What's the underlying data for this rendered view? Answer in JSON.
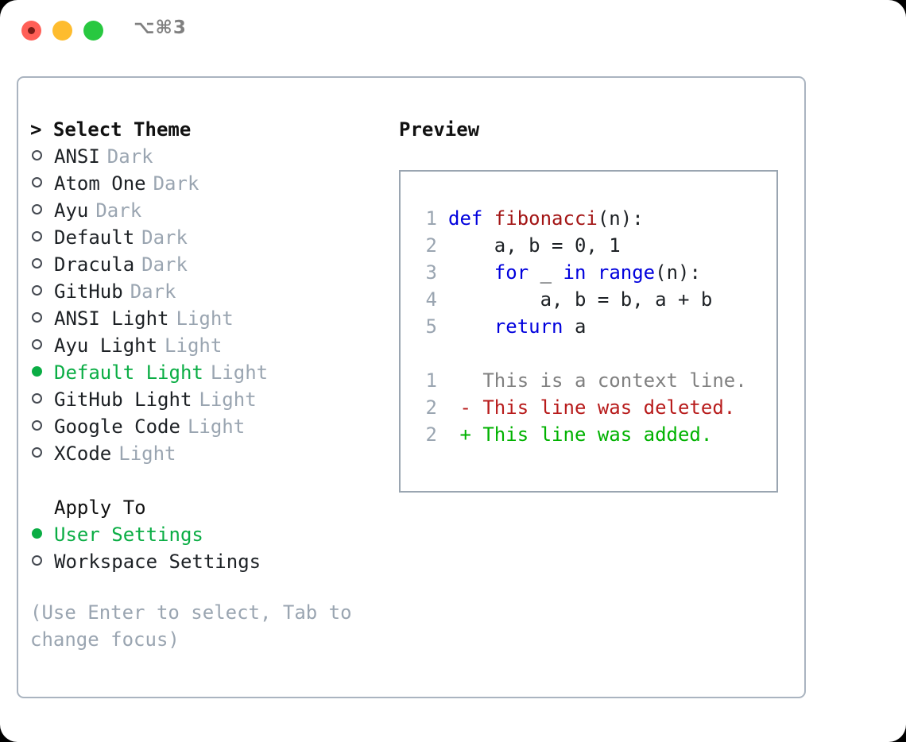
{
  "titlebar": {
    "buttons": [
      {
        "name": "close",
        "color": "#ff5f57"
      },
      {
        "name": "minimize",
        "color": "#febc2e"
      },
      {
        "name": "maximize",
        "color": "#28c840"
      }
    ],
    "shortcut": "⌥⌘3"
  },
  "theme_panel": {
    "header": "> Select Theme",
    "selected_color": "#0aad44",
    "items": [
      {
        "label": "ANSI",
        "tag": "Dark",
        "selected": false
      },
      {
        "label": "Atom One",
        "tag": "Dark",
        "selected": false
      },
      {
        "label": "Ayu",
        "tag": "Dark",
        "selected": false
      },
      {
        "label": "Default",
        "tag": "Dark",
        "selected": false
      },
      {
        "label": "Dracula",
        "tag": "Dark",
        "selected": false
      },
      {
        "label": "GitHub",
        "tag": "Dark",
        "selected": false
      },
      {
        "label": "ANSI Light",
        "tag": "Light",
        "selected": false
      },
      {
        "label": "Ayu Light",
        "tag": "Light",
        "selected": false
      },
      {
        "label": "Default Light",
        "tag": "Light",
        "selected": true
      },
      {
        "label": "GitHub Light",
        "tag": "Light",
        "selected": false
      },
      {
        "label": "Google Code",
        "tag": "Light",
        "selected": false
      },
      {
        "label": "XCode",
        "tag": "Light",
        "selected": false
      }
    ]
  },
  "apply_to": {
    "header": "Apply To",
    "items": [
      {
        "label": "User Settings",
        "selected": true
      },
      {
        "label": "Workspace Settings",
        "selected": false
      }
    ]
  },
  "hint": "(Use Enter to select, Tab to change focus)",
  "preview": {
    "title": "Preview",
    "code": [
      {
        "no": "1",
        "segments": [
          {
            "t": "def ",
            "c": "kw"
          },
          {
            "t": "fibonacci",
            "c": "fn"
          },
          {
            "t": "(n):",
            "c": ""
          }
        ]
      },
      {
        "no": "2",
        "segments": [
          {
            "t": "    a, b = 0, 1",
            "c": ""
          }
        ]
      },
      {
        "no": "3",
        "segments": [
          {
            "t": "    ",
            "c": ""
          },
          {
            "t": "for",
            "c": "kw"
          },
          {
            "t": " _ ",
            "c": ""
          },
          {
            "t": "in",
            "c": "kw"
          },
          {
            "t": " ",
            "c": ""
          },
          {
            "t": "range",
            "c": "kw"
          },
          {
            "t": "(n):",
            "c": ""
          }
        ]
      },
      {
        "no": "4",
        "segments": [
          {
            "t": "        a, b = b, a + b",
            "c": ""
          }
        ]
      },
      {
        "no": "5",
        "segments": [
          {
            "t": "    ",
            "c": ""
          },
          {
            "t": "return",
            "c": "kw"
          },
          {
            "t": " a",
            "c": ""
          }
        ]
      }
    ],
    "diff": [
      {
        "no": "1",
        "marker": " ",
        "text": "This is a context line.",
        "kind": "ctx"
      },
      {
        "no": "2",
        "marker": "-",
        "text": "This line was deleted.",
        "kind": "del"
      },
      {
        "no": "2",
        "marker": "+",
        "text": "This line was added.",
        "kind": "add"
      }
    ]
  }
}
